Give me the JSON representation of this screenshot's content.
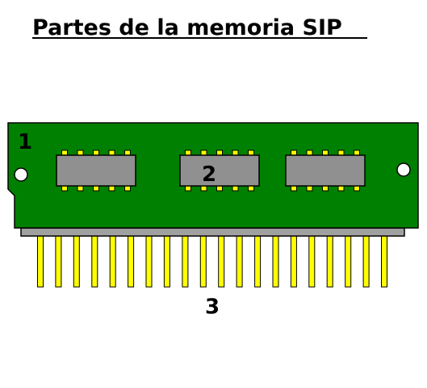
{
  "title": "Partes de la memoria SIP",
  "callouts": {
    "board": "1",
    "chip": "2",
    "pins": "3"
  },
  "colors": {
    "board": "#008000",
    "chip_body": "#909090",
    "chip_leg": "#ffff00",
    "pin": "#ffff00",
    "outline": "#000000",
    "strip": "#a0a0a0",
    "hole": "#ffffff"
  },
  "components": {
    "chip_count": 3,
    "legs_per_side": 5,
    "pin_count": 20,
    "mounting_holes": 2
  }
}
